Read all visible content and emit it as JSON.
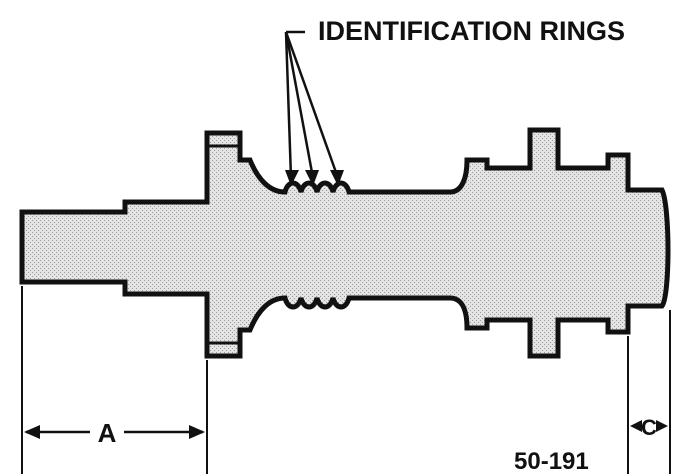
{
  "callout": {
    "label": "IDENTIFICATION RINGS"
  },
  "dimensions": {
    "a_label": "A",
    "c_label": "C"
  },
  "figure_number": "50-191",
  "colors": {
    "ink": "#111111",
    "shaft_fill": "#dcdcdc"
  }
}
